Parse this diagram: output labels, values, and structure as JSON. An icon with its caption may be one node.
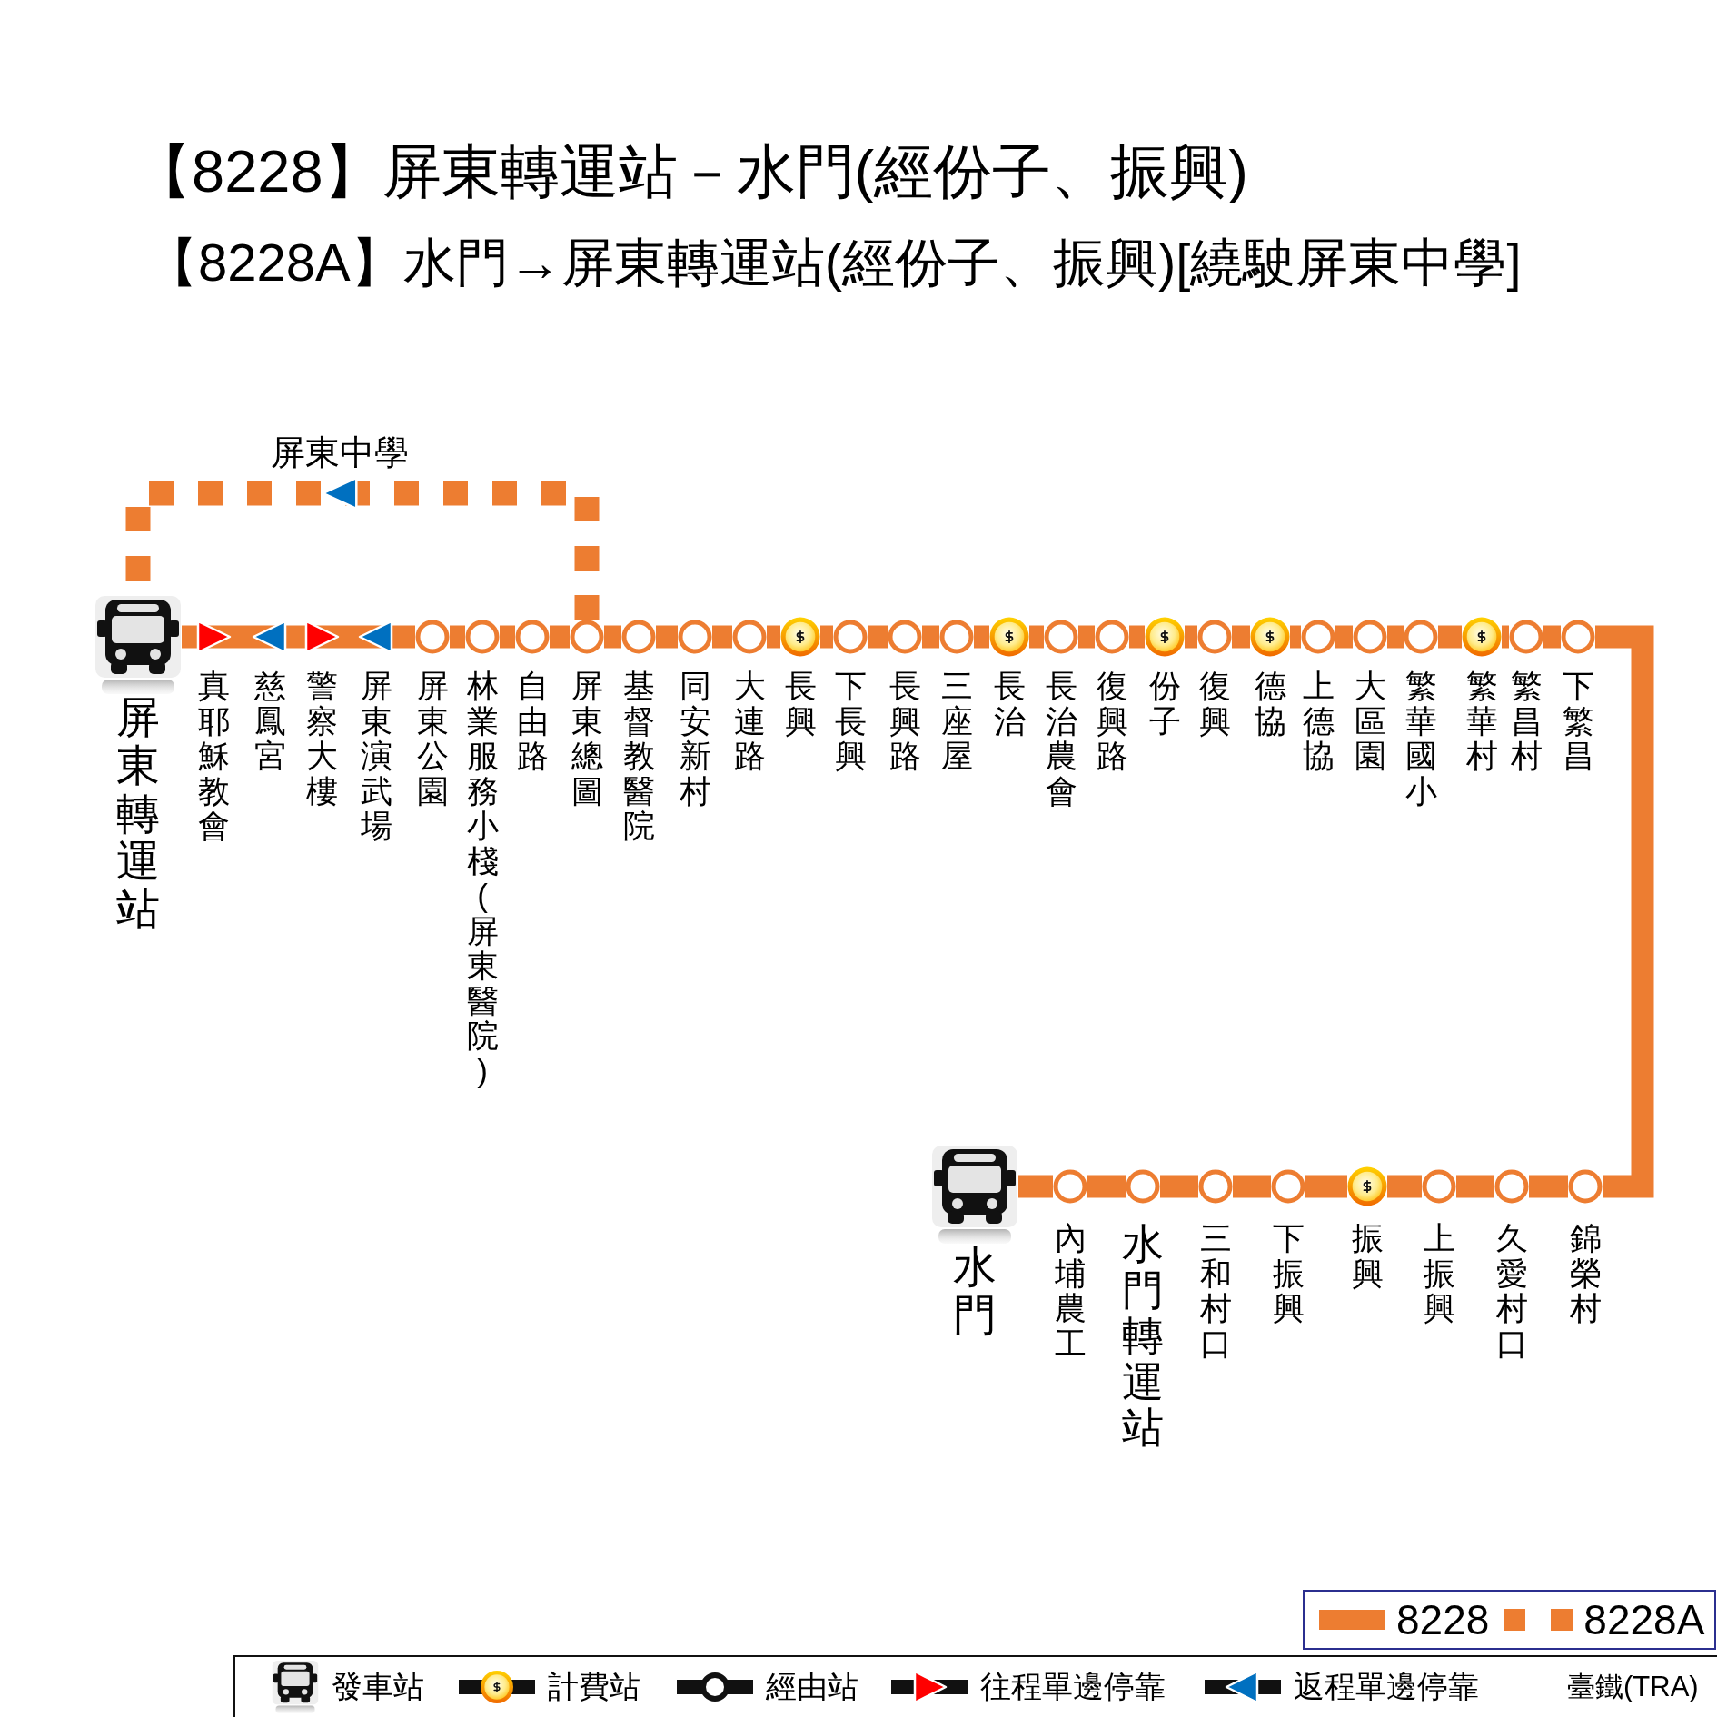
{
  "diagram": {
    "title": "【8228】屏東轉運站－水門(經份子、振興)",
    "nodes": [
      {
        "text": [
          "屏東轉運站"
        ]
      },
      {
        "text": [
          "真耶穌教會"
        ]
      },
      {
        "text": [
          "慈鳳宮"
        ]
      },
      {
        "text": [
          "警察大樓"
        ]
      },
      {
        "text": [
          "屏東演武場"
        ]
      },
      {
        "text": [
          "屏東公園"
        ]
      },
      {
        "text": [
          "林業服務小棧(屏東醫院)"
        ]
      },
      {
        "text": [
          "自由路"
        ]
      },
      {
        "text": [
          "屏東總圖"
        ]
      },
      {
        "text": [
          "基督教醫院"
        ]
      },
      {
        "text": [
          "同安新村"
        ]
      },
      {
        "text": [
          "大連路"
        ]
      },
      {
        "text": [
          "長興"
        ]
      },
      {
        "text": [
          "下長興"
        ]
      },
      {
        "text": [
          "長興路"
        ]
      },
      {
        "text": [
          "三座屋"
        ]
      },
      {
        "text": [
          "長治"
        ]
      },
      {
        "text": [
          "長治農會"
        ]
      },
      {
        "text": [
          "復興路"
        ]
      },
      {
        "text": [
          "份子"
        ]
      },
      {
        "text": [
          "復興"
        ]
      },
      {
        "text": [
          "德協"
        ]
      },
      {
        "text": [
          "上德協"
        ]
      },
      {
        "text": [
          "大區園"
        ]
      },
      {
        "text": [
          "繁華國小"
        ]
      },
      {
        "text": [
          "繁華村"
        ]
      },
      {
        "text": [
          "繁昌村"
        ]
      },
      {
        "text": [
          "下繁昌"
        ]
      },
      {
        "text": [
          "錦榮村"
        ]
      },
      {
        "text": [
          "久愛村口"
        ]
      },
      {
        "text": [
          "上振興"
        ]
      },
      {
        "text": [
          "振興"
        ]
      },
      {
        "text": [
          "下振興"
        ]
      },
      {
        "text": [
          "三和村口"
        ]
      },
      {
        "text": [
          "水門轉運站"
        ]
      },
      {
        "text": [
          "內埔農工"
        ]
      },
      {
        "text": [
          "水門"
        ]
      }
    ],
    "edges": [
      {
        "from": 0,
        "to": 1,
        "arrow": "none"
      },
      {
        "from": 1,
        "to": 2,
        "arrow": "none"
      },
      {
        "from": 2,
        "to": 3,
        "arrow": "none"
      },
      {
        "from": 3,
        "to": 4,
        "arrow": "none"
      },
      {
        "from": 4,
        "to": 5,
        "arrow": "none"
      },
      {
        "from": 5,
        "to": 6,
        "arrow": "none"
      },
      {
        "from": 6,
        "to": 7,
        "arrow": "none"
      },
      {
        "from": 7,
        "to": 8,
        "arrow": "none"
      },
      {
        "from": 8,
        "to": 9,
        "arrow": "none"
      },
      {
        "from": 9,
        "to": 10,
        "arrow": "none"
      },
      {
        "from": 10,
        "to": 11,
        "arrow": "none"
      },
      {
        "from": 11,
        "to": 12,
        "arrow": "none"
      },
      {
        "from": 12,
        "to": 13,
        "arrow": "none"
      },
      {
        "from": 13,
        "to": 14,
        "arrow": "none"
      },
      {
        "from": 14,
        "to": 15,
        "arrow": "none"
      },
      {
        "from": 15,
        "to": 16,
        "arrow": "none"
      },
      {
        "from": 16,
        "to": 17,
        "arrow": "none"
      },
      {
        "from": 17,
        "to": 18,
        "arrow": "none"
      },
      {
        "from": 18,
        "to": 19,
        "arrow": "none"
      },
      {
        "from": 19,
        "to": 20,
        "arrow": "none"
      },
      {
        "from": 20,
        "to": 21,
        "arrow": "none"
      },
      {
        "from": 21,
        "to": 22,
        "arrow": "none"
      },
      {
        "from": 22,
        "to": 23,
        "arrow": "none"
      },
      {
        "from": 23,
        "to": 24,
        "arrow": "none"
      },
      {
        "from": 24,
        "to": 25,
        "arrow": "none"
      },
      {
        "from": 25,
        "to": 26,
        "arrow": "none"
      },
      {
        "from": 26,
        "to": 27,
        "arrow": "none"
      },
      {
        "from": 27,
        "to": 28,
        "arrow": "none"
      },
      {
        "from": 28,
        "to": 29,
        "arrow": "none"
      },
      {
        "from": 29,
        "to": 30,
        "arrow": "none"
      },
      {
        "from": 30,
        "to": 31,
        "arrow": "none"
      },
      {
        "from": 31,
        "to": 32,
        "arrow": "none"
      },
      {
        "from": 32,
        "to": 33,
        "arrow": "none"
      },
      {
        "from": 33,
        "to": 34,
        "arrow": "none"
      },
      {
        "from": 34,
        "to": 35,
        "arrow": "none"
      },
      {
        "from": 35,
        "to": 36,
        "arrow": "none"
      },
      {
        "from": 8,
        "to": 0,
        "arrow": "to",
        "style": "dashed",
        "label": "屏東中學"
      }
    ],
    "labels": [
      "【8228A】水門→屏東轉運站(經份子、振興)[繞駛屏東中學]"
    ],
    "legend": [
      {
        "text": "8228",
        "color": "#ed7d31"
      },
      {
        "text": "8228A"
      },
      {
        "text": "發車站"
      },
      {
        "text": "計費站"
      },
      {
        "text": "經由站"
      },
      {
        "text": "往程單邊停靠"
      },
      {
        "text": "返程單邊停靠"
      },
      {
        "text": "臺鐵(TRA)"
      }
    ]
  }
}
